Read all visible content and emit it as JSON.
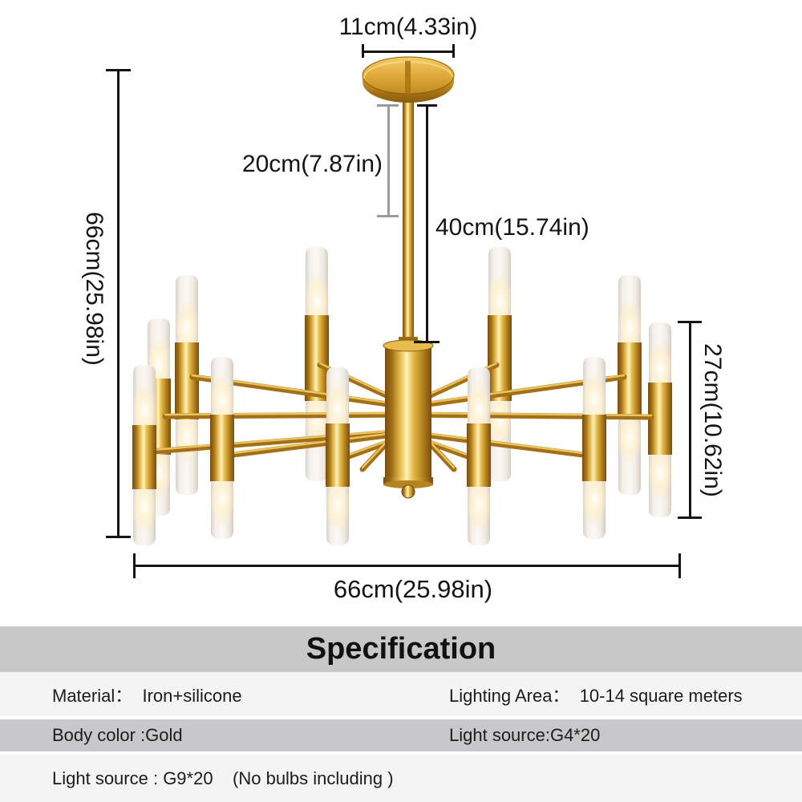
{
  "product": {
    "name": "gold-chandelier-illustration",
    "body_color": "#c8922f",
    "glass_color": "#f6f2ec",
    "glow_color": "#fff3d8"
  },
  "dimensions": {
    "canopy_width": "11cm(4.33in)",
    "upper_rod": "20cm(7.87in)",
    "full_rod": "40cm(15.74in)",
    "total_height": "66cm(25.98in)",
    "lamp_body_height": "27cm(10.62in)",
    "total_width": "66cm(25.98in)"
  },
  "spec_table": {
    "title": "Specification",
    "header_bg": "#c8c8c8",
    "row_bg_light": "#f4f4f5",
    "row_bg_gray": "#c8c8ca",
    "rows": [
      {
        "left": "Material：  Iron+silicone",
        "right": "Lighting Area：  10-14 square meters"
      },
      {
        "left": "Body color :Gold",
        "right": "Light source:G4*20"
      },
      {
        "left": "Light source : G9*20    (No bulbs including )",
        "right": ""
      }
    ]
  }
}
